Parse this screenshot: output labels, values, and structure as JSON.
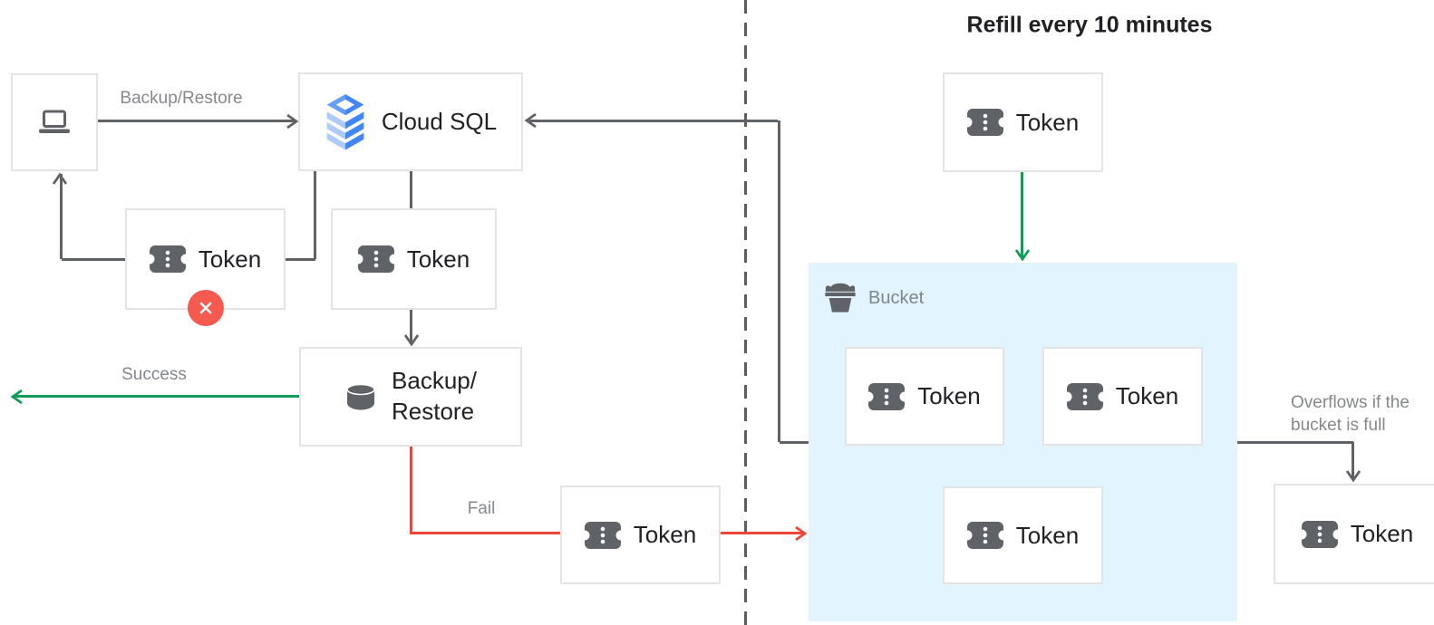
{
  "heading": {
    "refill": "Refill every 10 minutes"
  },
  "nodes": {
    "client": {
      "icon": "laptop-icon"
    },
    "cloud_sql": {
      "label": "Cloud SQL",
      "icon": "cloud-sql-icon"
    },
    "token_rejected": {
      "label": "Token",
      "icon": "token-icon",
      "status_icon": "error-x-icon"
    },
    "token_pending": {
      "label": "Token",
      "icon": "token-icon"
    },
    "backup_restore": {
      "line1": "Backup/",
      "line2": "Restore",
      "icon": "database-icon"
    },
    "token_failed": {
      "label": "Token",
      "icon": "token-icon"
    },
    "token_refill": {
      "label": "Token",
      "icon": "token-icon"
    },
    "bucket": {
      "label": "Bucket",
      "icon": "bucket-icon",
      "tokens": [
        {
          "label": "Token"
        },
        {
          "label": "Token"
        },
        {
          "label": "Token"
        }
      ]
    },
    "token_overflow": {
      "label": "Token",
      "icon": "token-icon"
    }
  },
  "edges": {
    "request": {
      "label": "Backup/Restore"
    },
    "success": {
      "label": "Success"
    },
    "fail": {
      "label": "Fail"
    },
    "overflow": {
      "line1": "Overflows if the",
      "line2": "bucket is full"
    }
  },
  "colors": {
    "line_gray": "#5f6368",
    "green": "#0f9d58",
    "red": "#ef4538",
    "badge_red": "#f55a4e",
    "bucket_fill": "#e2f4fd",
    "icon_gray": "#5f6368",
    "box_border": "#e3e4e6",
    "text_dark": "#202124",
    "text_muted": "#84888c",
    "cloud_sql_blue": "#4285f4",
    "cloud_sql_blue_mid": "#669df6",
    "cloud_sql_blue_light": "#aecbfa"
  }
}
